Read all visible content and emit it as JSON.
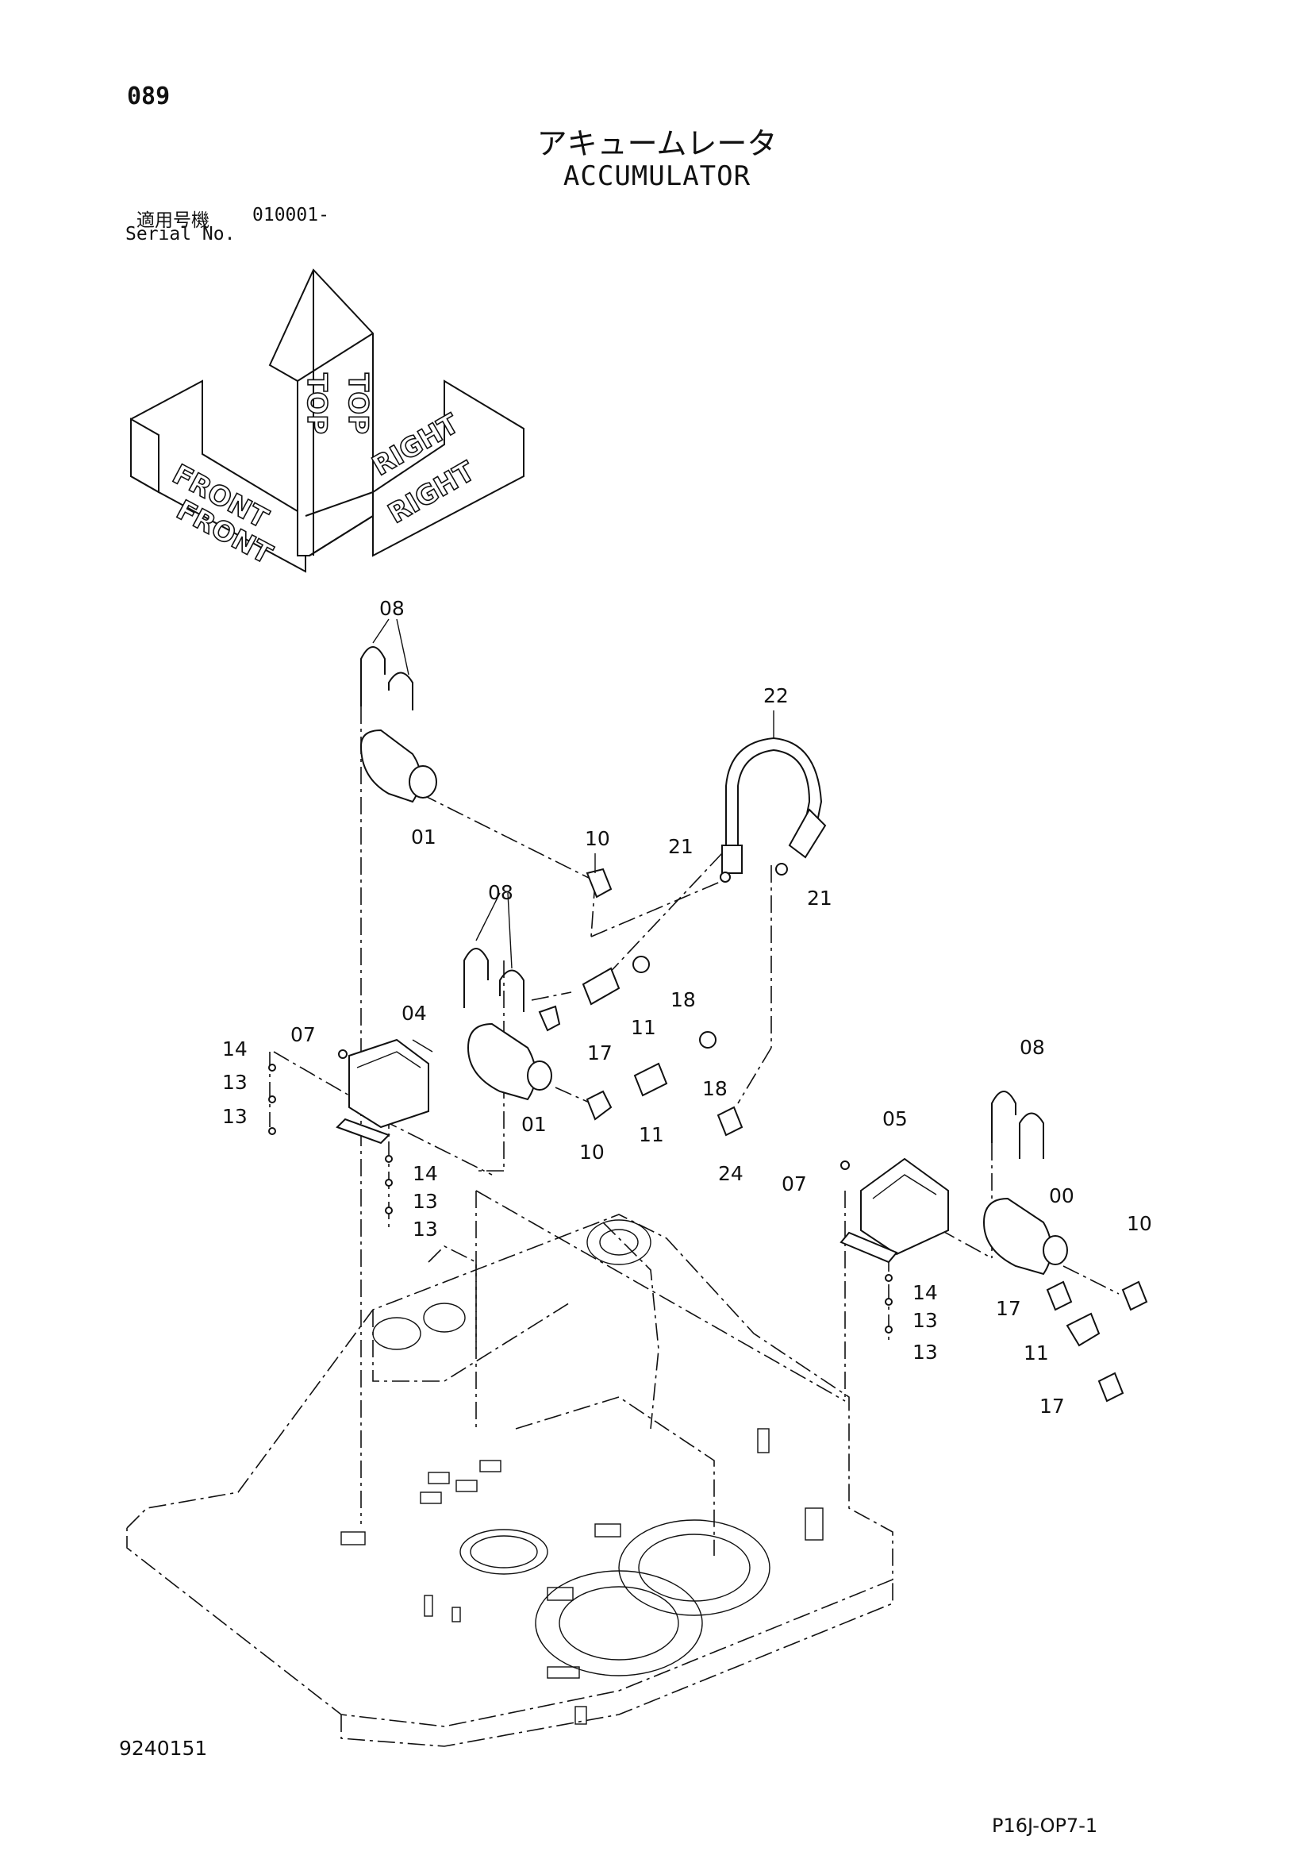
{
  "header": {
    "page_number": "089",
    "title_jp": "アキュームレータ",
    "title_en": "ACCUMULATOR",
    "serial_label_jp": "適用号機",
    "serial_label_en": "Serial No.",
    "serial_value": "010001-"
  },
  "orientation": {
    "front": "FRONT",
    "top": "TOP",
    "right": "RIGHT"
  },
  "callouts": {
    "c08a": "08",
    "c22": "22",
    "c01a": "01",
    "c10a": "10",
    "c21a": "21",
    "c21b": "21",
    "c08b": "08",
    "c18a": "18",
    "c11a": "11",
    "c17a": "17",
    "c04": "04",
    "c07a": "07",
    "c14a": "14",
    "c13a": "13",
    "c13b": "13",
    "c01b": "01",
    "c10b": "10",
    "c11b": "11",
    "c18b": "18",
    "c24": "24",
    "c14b": "14",
    "c13c": "13",
    "c13d": "13",
    "c08c": "08",
    "c05": "05",
    "c07b": "07",
    "c00": "00",
    "c10c": "10",
    "c14c": "14",
    "c13e": "13",
    "c13f": "13",
    "c17b": "17",
    "c11c": "11",
    "c17c": "17"
  },
  "footer": {
    "document_number": "9240151",
    "figure_number": "P16J-OP7-1"
  }
}
